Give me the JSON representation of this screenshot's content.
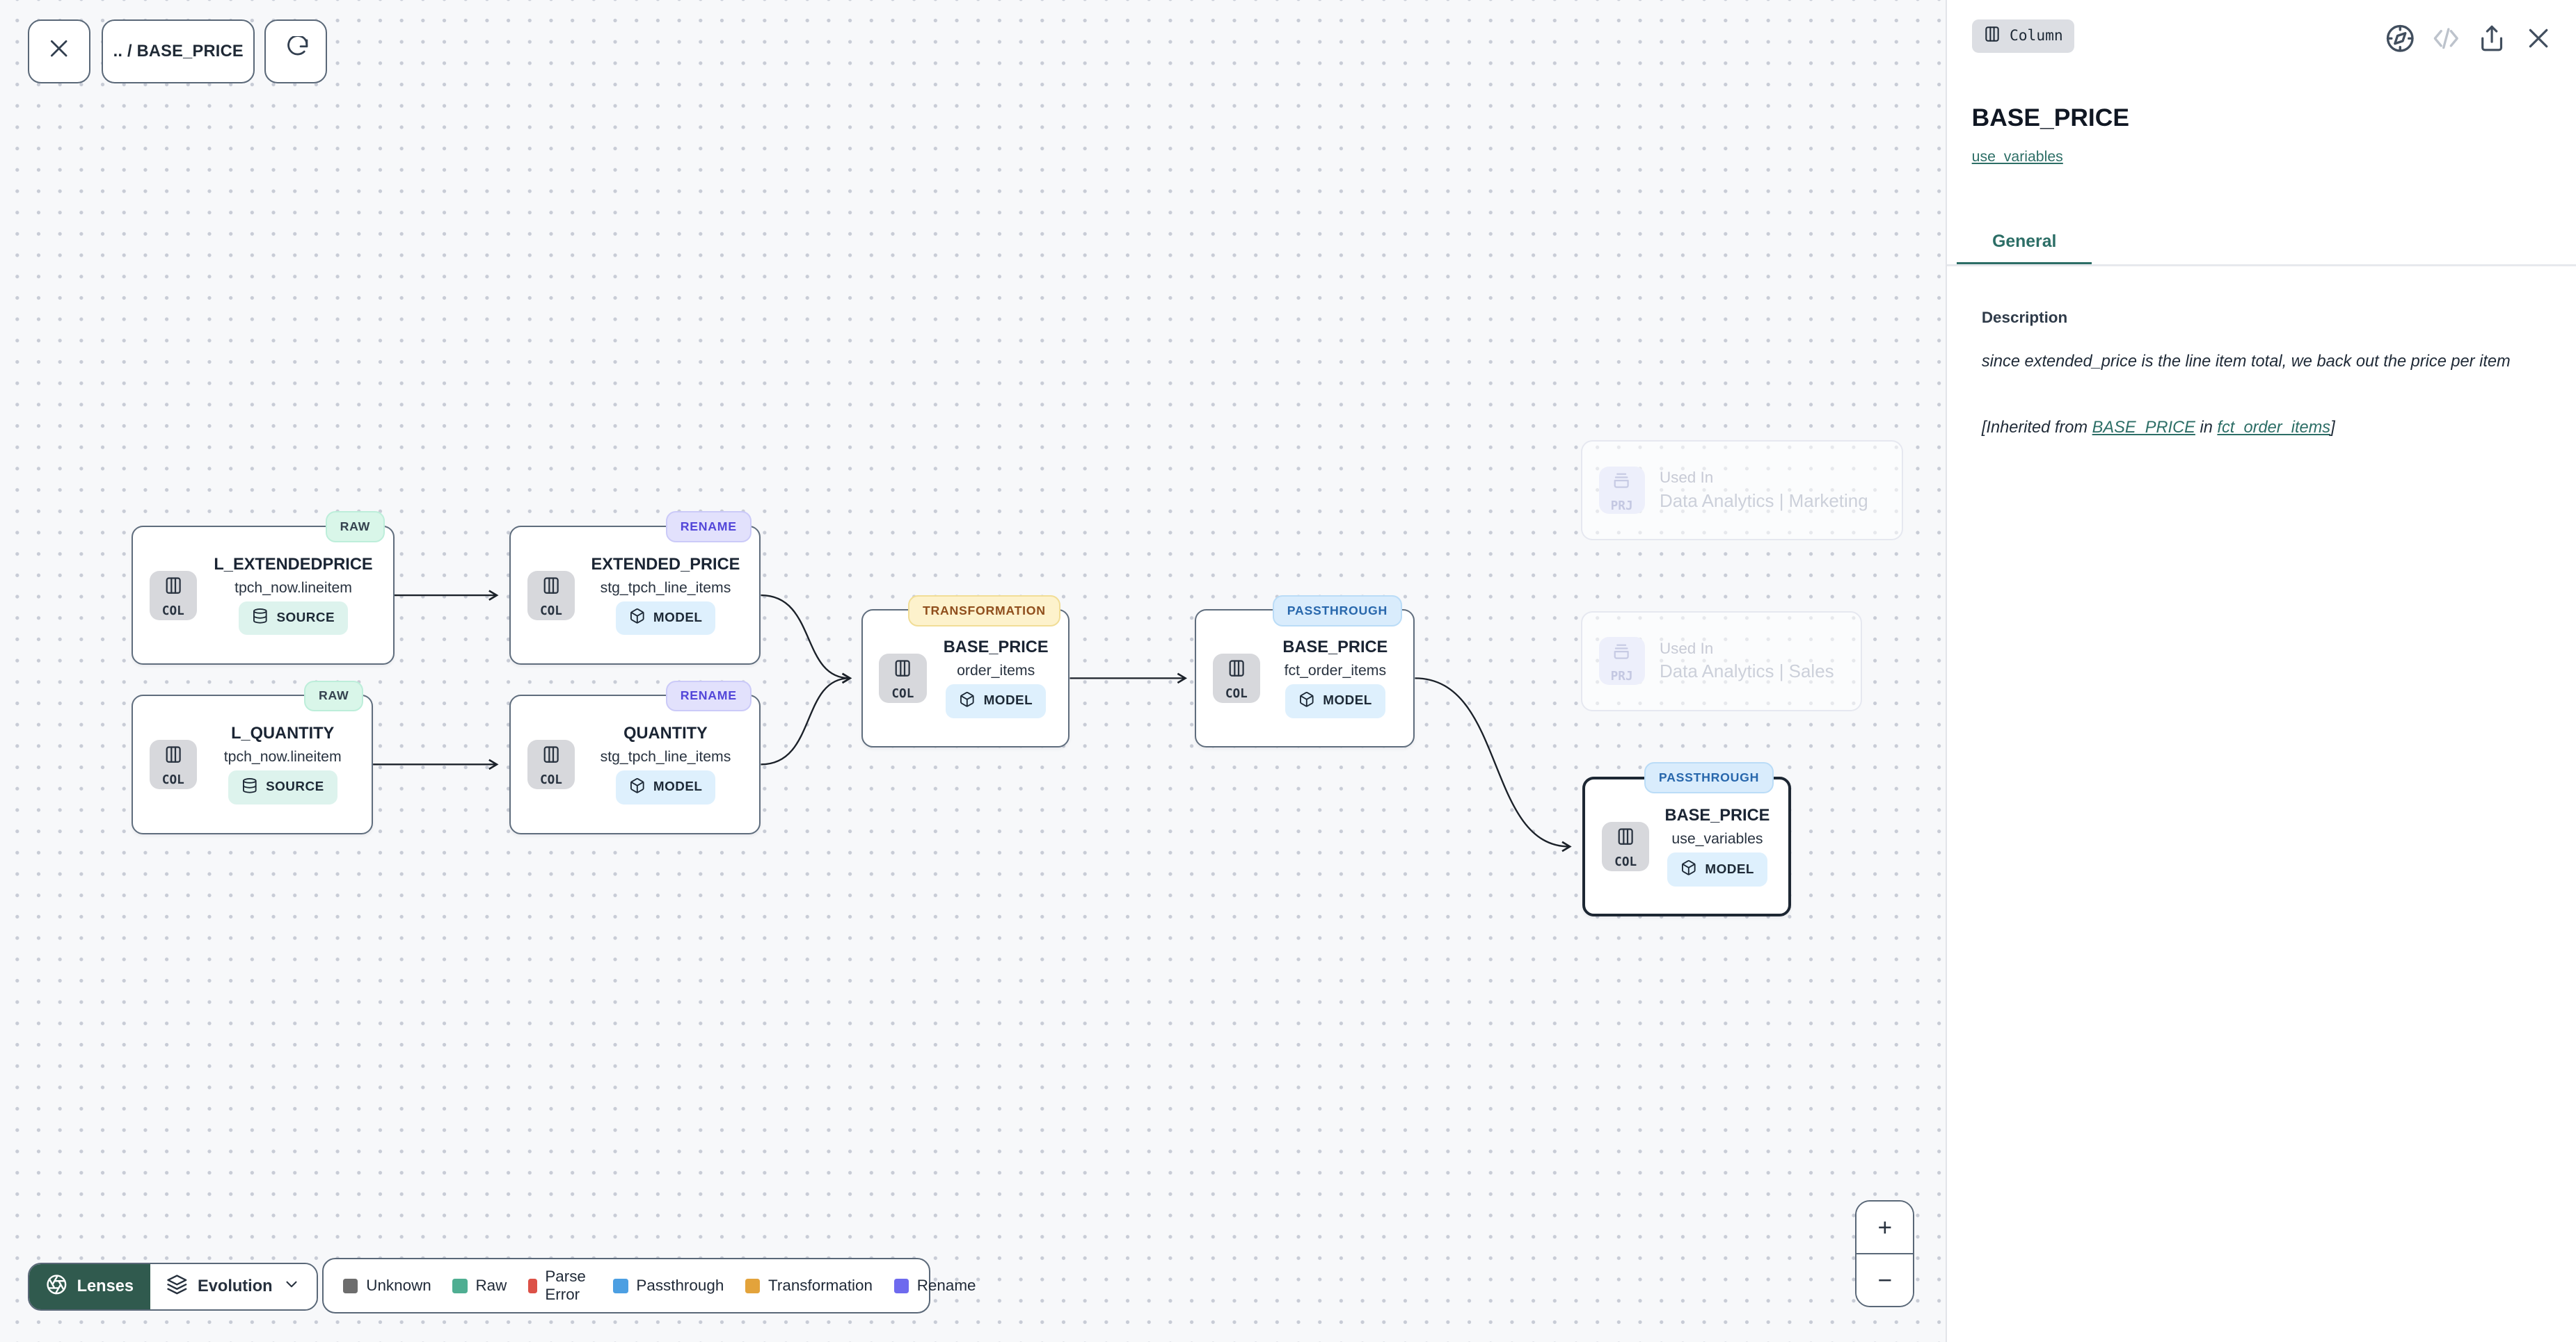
{
  "toolbar": {
    "breadcrumb": ".. / BASE_PRICE"
  },
  "canvas": {
    "nodes": [
      {
        "badge_label": "RAW",
        "badge_kind": "raw",
        "chip_label": "COL",
        "title": "L_EXTENDEDPRICE",
        "subtitle": "tpch_now.lineitem",
        "type_label": "SOURCE",
        "type_kind": "source"
      },
      {
        "badge_label": "RENAME",
        "badge_kind": "rename",
        "chip_label": "COL",
        "title": "EXTENDED_PRICE",
        "subtitle": "stg_tpch_line_items",
        "type_label": "MODEL",
        "type_kind": "model"
      },
      {
        "badge_label": "RAW",
        "badge_kind": "raw",
        "chip_label": "COL",
        "title": "L_QUANTITY",
        "subtitle": "tpch_now.lineitem",
        "type_label": "SOURCE",
        "type_kind": "source"
      },
      {
        "badge_label": "RENAME",
        "badge_kind": "rename",
        "chip_label": "COL",
        "title": "QUANTITY",
        "subtitle": "stg_tpch_line_items",
        "type_label": "MODEL",
        "type_kind": "model"
      },
      {
        "badge_label": "TRANSFORMATION",
        "badge_kind": "transformation",
        "chip_label": "COL",
        "title": "BASE_PRICE",
        "subtitle": "order_items",
        "type_label": "MODEL",
        "type_kind": "model"
      },
      {
        "badge_label": "PASSTHROUGH",
        "badge_kind": "passthrough",
        "chip_label": "COL",
        "title": "BASE_PRICE",
        "subtitle": "fct_order_items",
        "type_label": "MODEL",
        "type_kind": "model"
      },
      {
        "badge_label": "PASSTHROUGH",
        "badge_kind": "passthrough",
        "chip_label": "COL",
        "title": "BASE_PRICE",
        "subtitle": "use_variables",
        "type_label": "MODEL",
        "type_kind": "model",
        "selected": true
      }
    ],
    "ghost_nodes": [
      {
        "chip_label": "PRJ",
        "label": "Used In",
        "title": "Data Analytics | Marketing"
      },
      {
        "chip_label": "PRJ",
        "label": "Used In",
        "title": "Data Analytics | Sales"
      }
    ]
  },
  "lenses": {
    "button_label": "Lenses",
    "selected_lens": "Evolution"
  },
  "legend": {
    "items": [
      {
        "label": "Unknown",
        "color": "#6d6d6d"
      },
      {
        "label": "Raw",
        "color": "#4fae92"
      },
      {
        "label": "Parse Error",
        "color": "#dc5147"
      },
      {
        "label": "Passthrough",
        "color": "#4c9fe2"
      },
      {
        "label": "Transformation",
        "color": "#e3a33b"
      },
      {
        "label": "Rename",
        "color": "#6e6aee"
      }
    ]
  },
  "zoom_controls": {
    "zoom_in": "+",
    "zoom_out": "−"
  },
  "panel": {
    "type_badge": "Column",
    "title": "BASE_PRICE",
    "model_link": "use_variables",
    "tabs": [
      {
        "label": "General",
        "active": true
      }
    ],
    "header_icons": [
      "compass-icon",
      "code-icon",
      "share-icon",
      "close-icon"
    ],
    "description": {
      "heading": "Description",
      "body": "since extended_price is the line item total, we back out the price per item",
      "inherited_prefix": "[Inherited from ",
      "inherited_link_column": "BASE_PRICE",
      "inherited_infix": " in ",
      "inherited_link_model": "fct_order_items",
      "inherited_suffix": "]"
    }
  },
  "colors": {
    "accent_teal": "#2c6e66",
    "lenses_green": "#305a4e",
    "badge_raw_bg": "#d9f6e9",
    "badge_rename_bg": "#e2e1fc",
    "badge_transformation_bg": "#fdf2cc",
    "badge_passthrough_bg": "#d9ecfc",
    "source_badge_bg": "#ddf3ed",
    "model_badge_bg": "#def0fd"
  }
}
